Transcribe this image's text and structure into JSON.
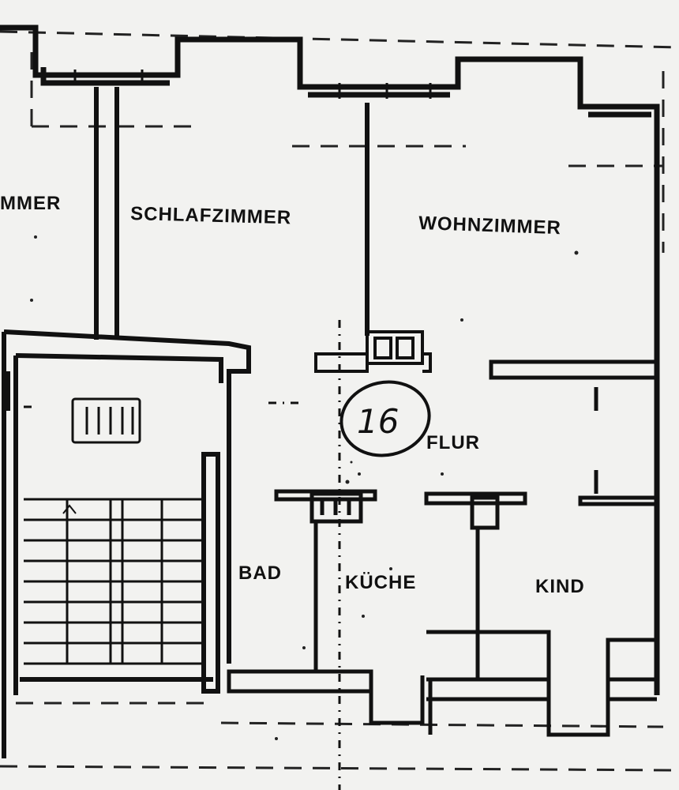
{
  "plan": {
    "unit_number": "16",
    "rooms": {
      "left_partial": "MMER",
      "schlafzimmer": "SCHLAFZIMMER",
      "wohnzimmer": "WOHNZIMMER",
      "flur": "FLUR",
      "bad": "BAD",
      "kueche": "KÜCHE",
      "kind": "KIND"
    }
  }
}
